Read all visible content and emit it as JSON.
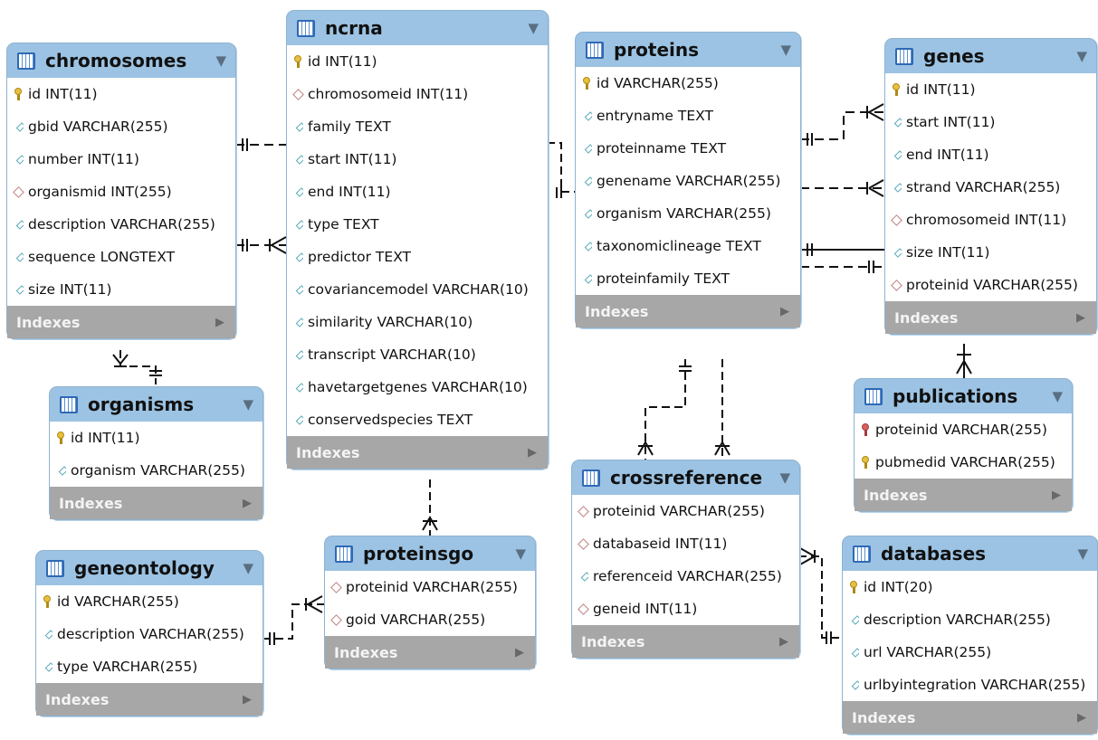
{
  "tables": [
    {
      "id": "chromosomes",
      "name": "chromosomes",
      "indexes": "Indexes",
      "columns": [
        {
          "icon": "pk",
          "text": "id INT(11)"
        },
        {
          "icon": "col",
          "text": "gbid VARCHAR(255)"
        },
        {
          "icon": "col",
          "text": "number INT(11)"
        },
        {
          "icon": "fk",
          "text": "organismid INT(255)"
        },
        {
          "icon": "col",
          "text": "description VARCHAR(255)"
        },
        {
          "icon": "col",
          "text": "sequence LONGTEXT"
        },
        {
          "icon": "col",
          "text": "size INT(11)"
        }
      ]
    },
    {
      "id": "ncrna",
      "name": "ncrna",
      "indexes": "Indexes",
      "columns": [
        {
          "icon": "pk",
          "text": "id INT(11)"
        },
        {
          "icon": "fk",
          "text": "chromosomeid INT(11)"
        },
        {
          "icon": "col",
          "text": "family TEXT"
        },
        {
          "icon": "col",
          "text": "start INT(11)"
        },
        {
          "icon": "col",
          "text": "end INT(11)"
        },
        {
          "icon": "col",
          "text": "type TEXT"
        },
        {
          "icon": "col",
          "text": "predictor TEXT"
        },
        {
          "icon": "col",
          "text": "covariancemodel VARCHAR(10)"
        },
        {
          "icon": "col",
          "text": "similarity VARCHAR(10)"
        },
        {
          "icon": "col",
          "text": "transcript VARCHAR(10)"
        },
        {
          "icon": "col",
          "text": "havetargetgenes VARCHAR(10)"
        },
        {
          "icon": "col",
          "text": "conservedspecies TEXT"
        }
      ]
    },
    {
      "id": "proteins",
      "name": "proteins",
      "indexes": "Indexes",
      "columns": [
        {
          "icon": "pk",
          "text": "id VARCHAR(255)"
        },
        {
          "icon": "col",
          "text": "entryname TEXT"
        },
        {
          "icon": "col",
          "text": "proteinname TEXT"
        },
        {
          "icon": "col",
          "text": "genename VARCHAR(255)"
        },
        {
          "icon": "col",
          "text": "organism VARCHAR(255)"
        },
        {
          "icon": "col",
          "text": "taxonomiclineage TEXT"
        },
        {
          "icon": "col",
          "text": "proteinfamily TEXT"
        }
      ]
    },
    {
      "id": "genes",
      "name": "genes",
      "indexes": "Indexes",
      "columns": [
        {
          "icon": "pk",
          "text": "id INT(11)"
        },
        {
          "icon": "col",
          "text": "start INT(11)"
        },
        {
          "icon": "col",
          "text": "end INT(11)"
        },
        {
          "icon": "col",
          "text": "strand VARCHAR(255)"
        },
        {
          "icon": "fk",
          "text": "chromosomeid INT(11)"
        },
        {
          "icon": "col",
          "text": "size INT(11)"
        },
        {
          "icon": "fk",
          "text": "proteinid VARCHAR(255)"
        }
      ]
    },
    {
      "id": "organisms",
      "name": "organisms",
      "indexes": "Indexes",
      "columns": [
        {
          "icon": "pk",
          "text": "id INT(11)"
        },
        {
          "icon": "col",
          "text": "organism VARCHAR(255)"
        }
      ]
    },
    {
      "id": "publications",
      "name": "publications",
      "indexes": "Indexes",
      "columns": [
        {
          "icon": "pkfk",
          "text": "proteinid VARCHAR(255)"
        },
        {
          "icon": "pk",
          "text": "pubmedid VARCHAR(255)"
        }
      ]
    },
    {
      "id": "crossreference",
      "name": "crossreference",
      "indexes": "Indexes",
      "columns": [
        {
          "icon": "fk",
          "text": "proteinid VARCHAR(255)"
        },
        {
          "icon": "fk",
          "text": "databaseid INT(11)"
        },
        {
          "icon": "col",
          "text": "referenceid VARCHAR(255)"
        },
        {
          "icon": "fk",
          "text": "geneid INT(11)"
        }
      ]
    },
    {
      "id": "proteinsgo",
      "name": "proteinsgo",
      "indexes": "Indexes",
      "columns": [
        {
          "icon": "fk",
          "text": "proteinid VARCHAR(255)"
        },
        {
          "icon": "fk",
          "text": "goid VARCHAR(255)"
        }
      ]
    },
    {
      "id": "geneontology",
      "name": "geneontology",
      "indexes": "Indexes",
      "columns": [
        {
          "icon": "pk",
          "text": "id VARCHAR(255)"
        },
        {
          "icon": "col",
          "text": "description VARCHAR(255)"
        },
        {
          "icon": "col",
          "text": "type VARCHAR(255)"
        }
      ]
    },
    {
      "id": "databases",
      "name": "databases",
      "indexes": "Indexes",
      "columns": [
        {
          "icon": "pk",
          "text": "id INT(20)"
        },
        {
          "icon": "col",
          "text": "description VARCHAR(255)"
        },
        {
          "icon": "col",
          "text": "url VARCHAR(255)"
        },
        {
          "icon": "col",
          "text": "urlbyintegration VARCHAR(255)"
        }
      ]
    }
  ]
}
